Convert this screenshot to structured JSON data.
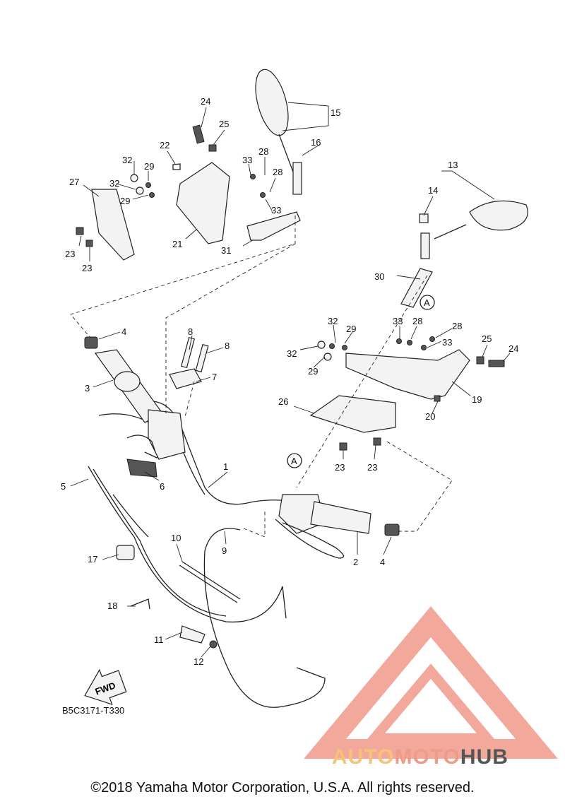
{
  "callouts": [
    {
      "label": "1"
    },
    {
      "label": "2"
    },
    {
      "label": "3"
    },
    {
      "label": "4"
    },
    {
      "label": "4"
    },
    {
      "label": "5"
    },
    {
      "label": "6"
    },
    {
      "label": "7"
    },
    {
      "label": "8"
    },
    {
      "label": "8"
    },
    {
      "label": "9"
    },
    {
      "label": "10"
    },
    {
      "label": "11"
    },
    {
      "label": "12"
    },
    {
      "label": "13"
    },
    {
      "label": "14"
    },
    {
      "label": "15"
    },
    {
      "label": "16"
    },
    {
      "label": "17"
    },
    {
      "label": "18"
    },
    {
      "label": "19"
    },
    {
      "label": "20"
    },
    {
      "label": "21"
    },
    {
      "label": "22"
    },
    {
      "label": "23"
    },
    {
      "label": "23"
    },
    {
      "label": "23"
    },
    {
      "label": "23"
    },
    {
      "label": "24"
    },
    {
      "label": "24"
    },
    {
      "label": "25"
    },
    {
      "label": "25"
    },
    {
      "label": "26"
    },
    {
      "label": "27"
    },
    {
      "label": "28"
    },
    {
      "label": "28"
    },
    {
      "label": "28"
    },
    {
      "label": "28"
    },
    {
      "label": "29"
    },
    {
      "label": "29"
    },
    {
      "label": "29"
    },
    {
      "label": "29"
    },
    {
      "label": "30"
    },
    {
      "label": "31"
    },
    {
      "label": "32"
    },
    {
      "label": "32"
    },
    {
      "label": "32"
    },
    {
      "label": "32"
    },
    {
      "label": "33"
    },
    {
      "label": "33"
    },
    {
      "label": "33"
    },
    {
      "label": "33"
    },
    {
      "label": "A"
    },
    {
      "label": "A"
    }
  ],
  "fwd_label": "FWD",
  "ref_code": "B5C3171-T330",
  "copyright": "©2018 Yamaha Motor Corporation, U.S.A. All rights reserved.",
  "watermark": {
    "part1": "AUTO",
    "part2": "MOTO",
    "part3": "HUB",
    "color_auto": "#f5c37a",
    "color_moto": "#f09a8a",
    "color_hub": "#555555"
  }
}
